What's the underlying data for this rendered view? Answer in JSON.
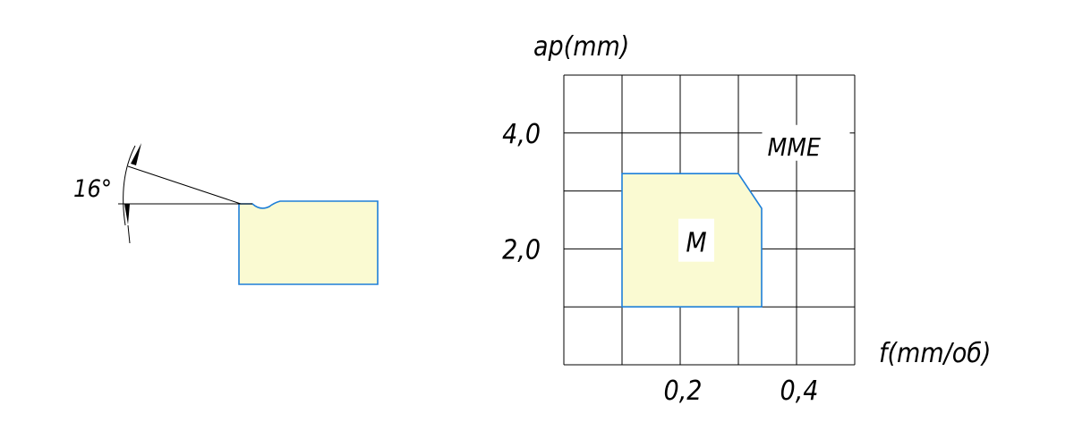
{
  "insert_profile": {
    "angle_label": "16°"
  },
  "chart_data": {
    "type": "area",
    "xlabel": "f(mm/об)",
    "ylabel": "ap(mm)",
    "x_ticks": [
      {
        "value": 0.2,
        "label": "0,2"
      },
      {
        "value": 0.4,
        "label": "0,4"
      }
    ],
    "y_ticks": [
      {
        "value": 2.0,
        "label": "2,0"
      },
      {
        "value": 4.0,
        "label": "4,0"
      }
    ],
    "xlim": [
      0.0,
      0.5
    ],
    "ylim": [
      0.0,
      5.0
    ],
    "grid": true,
    "regions": [
      {
        "name": "M",
        "fill": "#fafad2",
        "stroke": "#1e7fd8",
        "polygon": [
          [
            0.1,
            1.0
          ],
          [
            0.1,
            3.3
          ],
          [
            0.3,
            3.3
          ],
          [
            0.34,
            2.7
          ],
          [
            0.34,
            1.0
          ]
        ]
      }
    ],
    "annotations": [
      {
        "text": "MME",
        "x": 0.35,
        "y": 3.8
      }
    ]
  },
  "colors": {
    "fill": "#fafad2",
    "outline": "#1e7fd8",
    "line": "#000000"
  }
}
